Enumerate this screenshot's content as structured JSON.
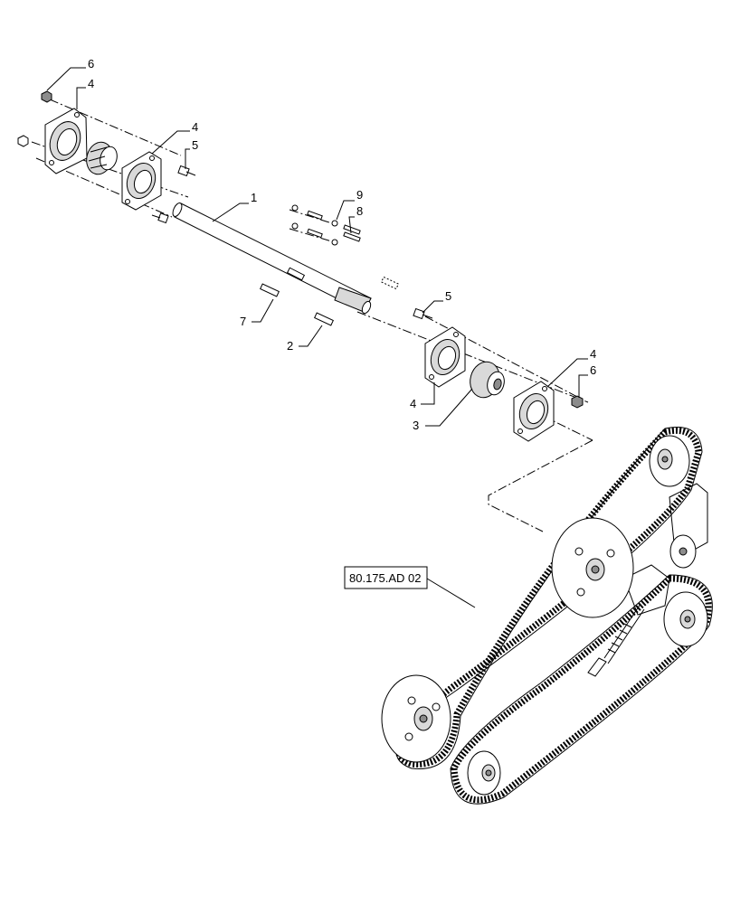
{
  "diagram": {
    "callouts": [
      {
        "id": "c1",
        "label": "1"
      },
      {
        "id": "c2",
        "label": "2"
      },
      {
        "id": "c3",
        "label": "3"
      },
      {
        "id": "c4a",
        "label": "4"
      },
      {
        "id": "c4b",
        "label": "4"
      },
      {
        "id": "c4c",
        "label": "4"
      },
      {
        "id": "c4d",
        "label": "4"
      },
      {
        "id": "c5a",
        "label": "5"
      },
      {
        "id": "c5b",
        "label": "5"
      },
      {
        "id": "c6a",
        "label": "6"
      },
      {
        "id": "c6b",
        "label": "6"
      },
      {
        "id": "c7",
        "label": "7"
      },
      {
        "id": "c8",
        "label": "8"
      },
      {
        "id": "c9",
        "label": "9"
      }
    ],
    "reference": "80.175.AD 02"
  }
}
